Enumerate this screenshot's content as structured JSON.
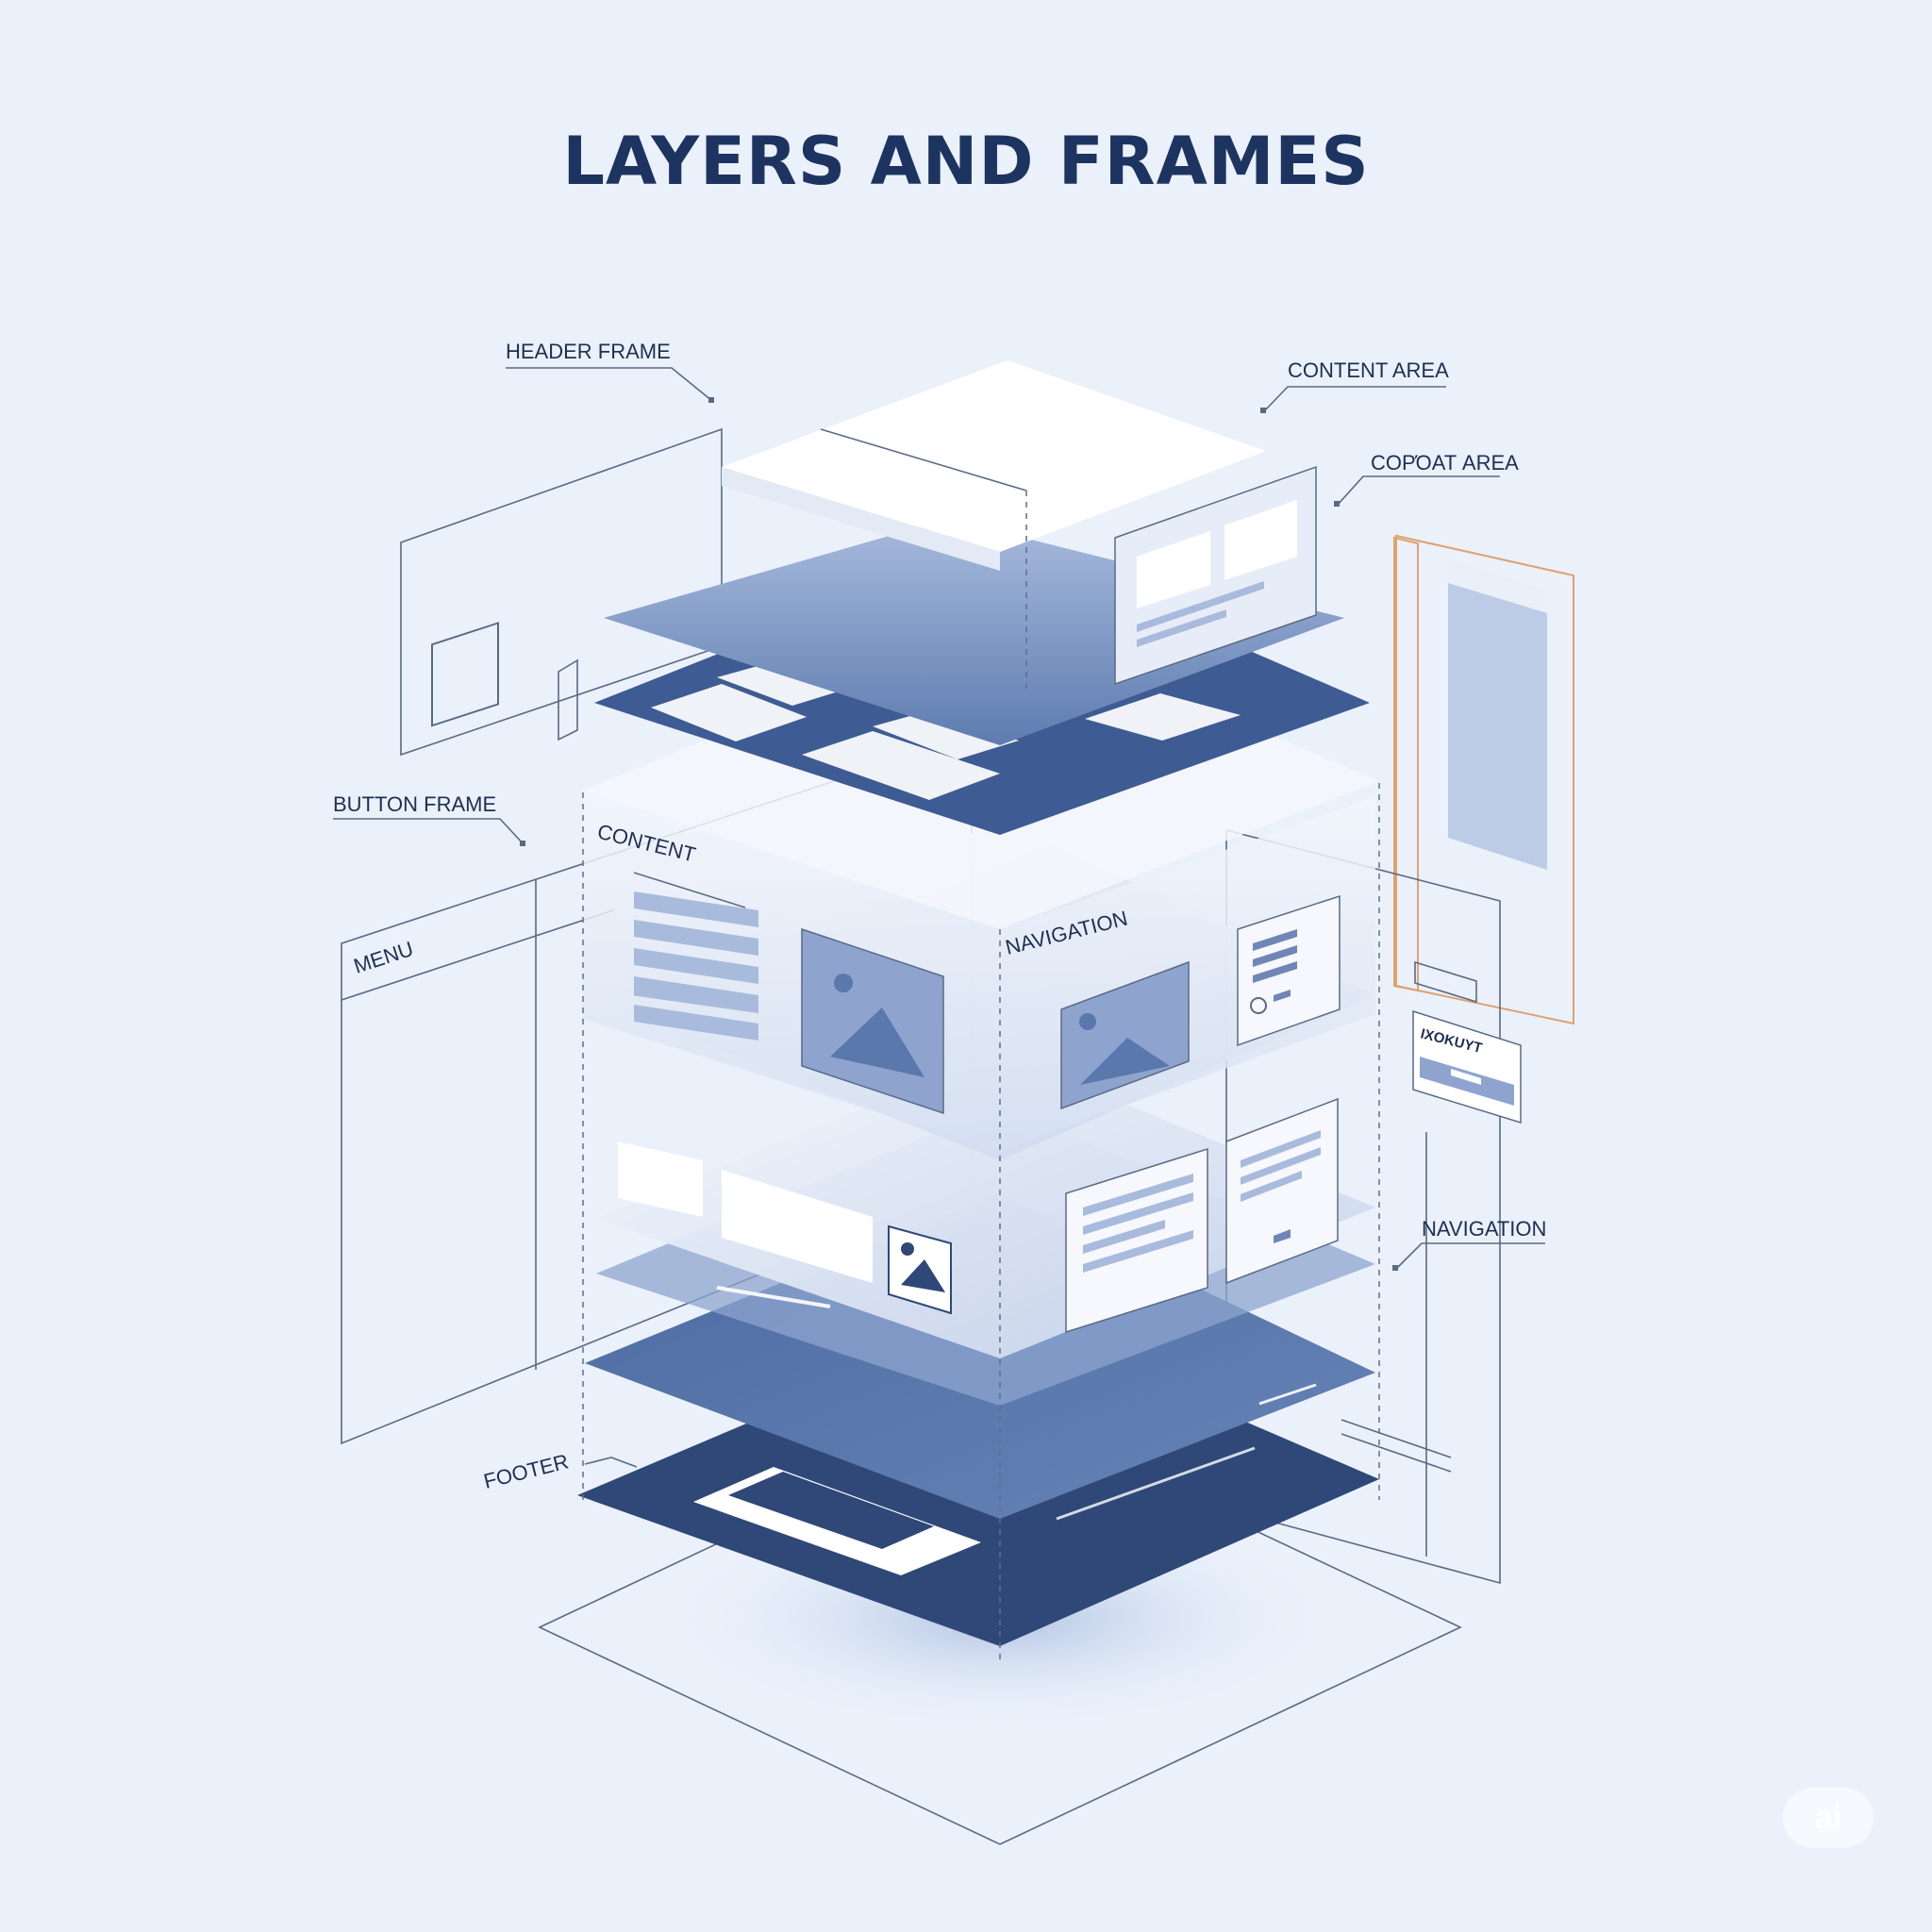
{
  "title": "LAYERS AND FRAMES",
  "labels": {
    "header_frame": "HEADER FRAME",
    "content_area": "CONTENT AREA",
    "content_area_2": "COΡΌΑΤ AREA",
    "button_frame": "BUTTON FRAME",
    "content": "CONTENT",
    "menu": "MENU",
    "navigation_center": "NAVIGATION",
    "navigation_right": "NAVIGATION",
    "footer": "FOOTER",
    "widget": "ΙΧΟΚUΥΤ"
  },
  "watermark": "ai",
  "colors": {
    "background": "#eaf1fb",
    "title": "#1d3461",
    "dark_layer": "#2f4877",
    "mid_layer": "#5a78ab",
    "light_layer": "#c9d6ec",
    "accent_orange": "#e0a16f"
  }
}
